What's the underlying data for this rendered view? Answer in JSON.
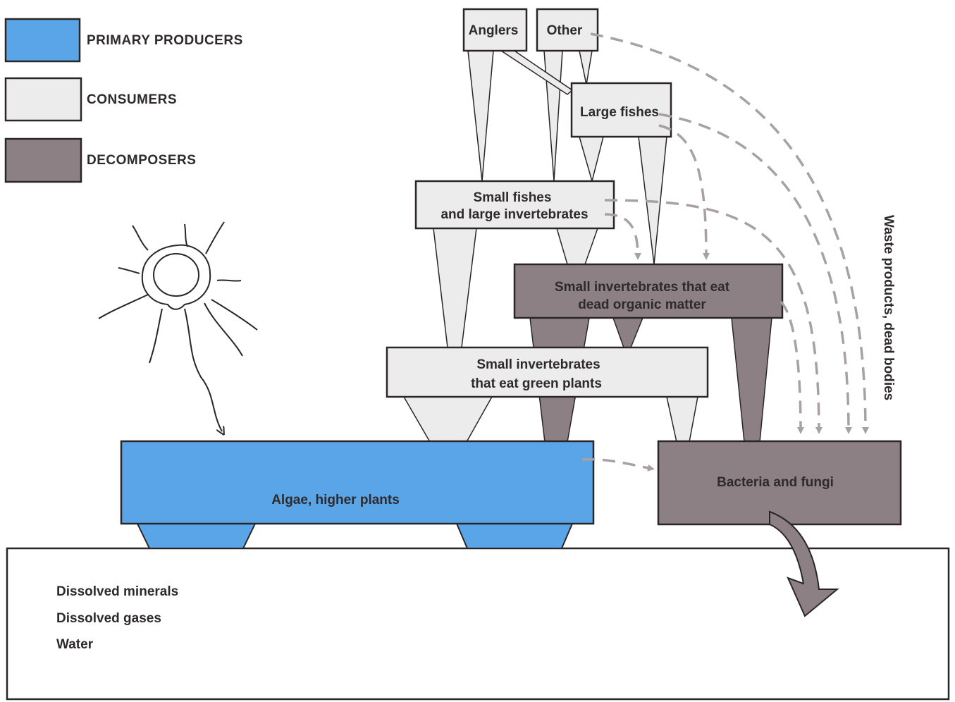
{
  "colors": {
    "primary_producers": "#5aa5e8",
    "consumers": "#ececec",
    "decomposers": "#8c8084",
    "outline": "#2a2628",
    "dashed_arrow": "#a8a0a2"
  },
  "legend": [
    {
      "id": "primary",
      "label": "PRIMARY PRODUCERS"
    },
    {
      "id": "consumers",
      "label": "CONSUMERS"
    },
    {
      "id": "decomposers",
      "label": "DECOMPOSERS"
    }
  ],
  "nodes": {
    "anglers": "Anglers",
    "other": "Other",
    "large_fishes": "Large fishes",
    "small_fishes": [
      "Small fishes",
      "and large invertebrates"
    ],
    "detritivores": [
      "Small invertebrates that eat",
      "dead organic matter"
    ],
    "herbivores": [
      "Small invertebrates",
      "that eat green plants"
    ],
    "algae": "Algae, higher plants",
    "bacteria": "Bacteria and fungi"
  },
  "side_label": "Waste products, dead bodies",
  "reservoir": [
    "Dissolved minerals",
    "Dissolved gases",
    "Water"
  ],
  "icons": {
    "sun": "sun-icon"
  }
}
